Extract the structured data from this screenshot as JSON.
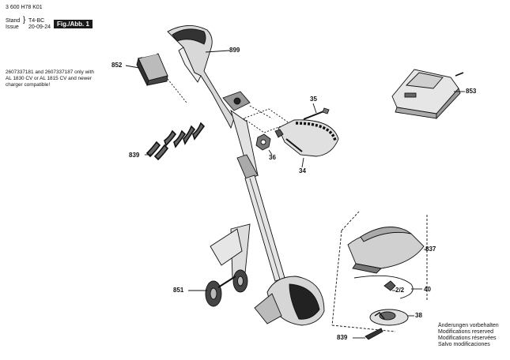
{
  "header": {
    "doc_number": "3 600 H78 K01",
    "stand_label": "Stand",
    "issue_label": "Issue",
    "stand_code": "T4-BC",
    "date": "20-09-24",
    "figure_badge": "Fig./Abb. 1"
  },
  "compat_note": {
    "line1": "2607337181 and 2607337187 only with",
    "line2": "AL 1830 CV or AL 1815 CV and newer",
    "line3": "charger compatible!"
  },
  "parts": {
    "p852": "852",
    "p899": "899",
    "p853": "853",
    "p35": "35",
    "p36": "36",
    "p34": "34",
    "p839a": "839",
    "p837": "837",
    "p851": "851",
    "p22": "2/2",
    "p40": "40",
    "p38": "38",
    "p839b": "839"
  },
  "footer": {
    "de": "Änderungen vorbehalten",
    "en": "Modifications reserved",
    "fr": "Modifications réservées",
    "es": "Salvo modificaciones"
  }
}
